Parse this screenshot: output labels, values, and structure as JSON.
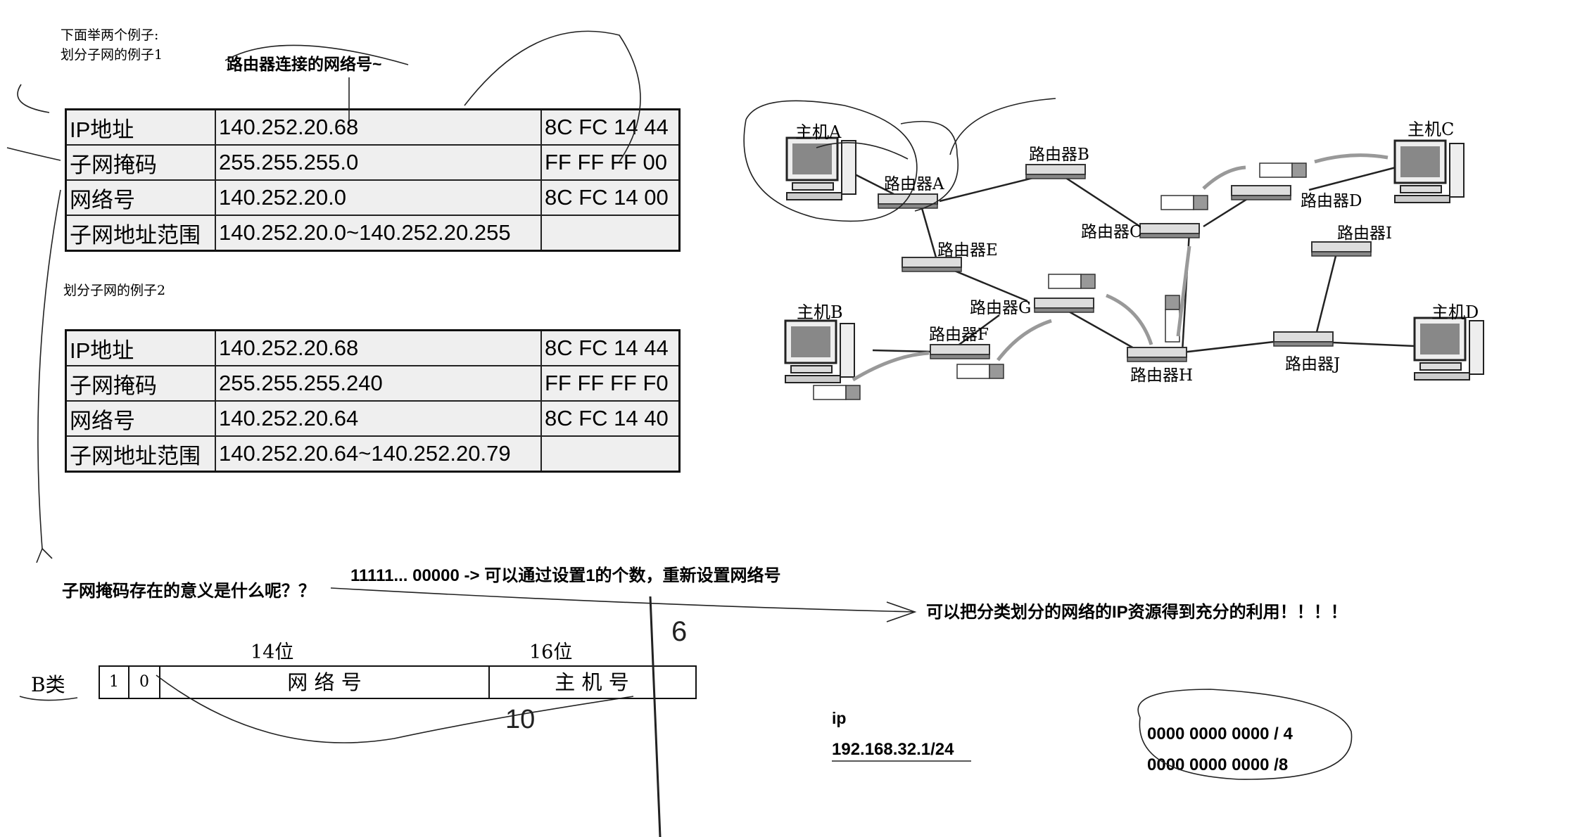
{
  "intro": {
    "line1": "下面举两个例子:",
    "line2": "划分子网的例子1"
  },
  "router_note": "路由器连接的网络号~",
  "example1": {
    "rows": [
      {
        "label": "IP地址",
        "value": "140.252.20.68",
        "hex": "8C FC 14 44"
      },
      {
        "label": "子网掩码",
        "value": "255.255.255.0",
        "hex": "FF FF FF 00"
      },
      {
        "label": "网络号",
        "value": "140.252.20.0",
        "hex": "8C FC 14 00"
      },
      {
        "label": "子网地址范围",
        "value": "140.252.20.0~140.252.20.255",
        "hex": ""
      }
    ]
  },
  "example2_title": "划分子网的例子2",
  "example2": {
    "rows": [
      {
        "label": "IP地址",
        "value": "140.252.20.68",
        "hex": "8C FC 14 44"
      },
      {
        "label": "子网掩码",
        "value": "255.255.255.240",
        "hex": "FF FF FF F0"
      },
      {
        "label": "网络号",
        "value": "140.252.20.64",
        "hex": "8C FC 14 40"
      },
      {
        "label": "子网地址范围",
        "value": "140.252.20.64~140.252.20.79",
        "hex": ""
      }
    ]
  },
  "question": "子网掩码存在的意义是什么呢？？",
  "mask_note": "11111... 00000 -> 可以通过设置1的个数，重新设置网络号",
  "benefit_note": "可以把分类划分的网络的IP资源得到充分的利用！！！！",
  "classb": {
    "label": "B类",
    "bit1": "1",
    "bit0": "0",
    "bits14": "14位",
    "bits16": "16位",
    "net": "网 络 号",
    "host": "主 机 号",
    "hand6": "6",
    "hand10": "10"
  },
  "ip_note": {
    "label": "ip",
    "value": "192.168.32.1/24"
  },
  "bits_note": {
    "line1": "0000 0000 0000 / 4",
    "line2": "0000 0000 0000 /8"
  },
  "network": {
    "hosts": [
      "主机A",
      "主机B",
      "主机C",
      "主机D"
    ],
    "routers": [
      "路由器A",
      "路由器B",
      "路由器C",
      "路由器D",
      "路由器E",
      "路由器F",
      "路由器G",
      "路由器H",
      "路由器I",
      "路由器J"
    ]
  }
}
